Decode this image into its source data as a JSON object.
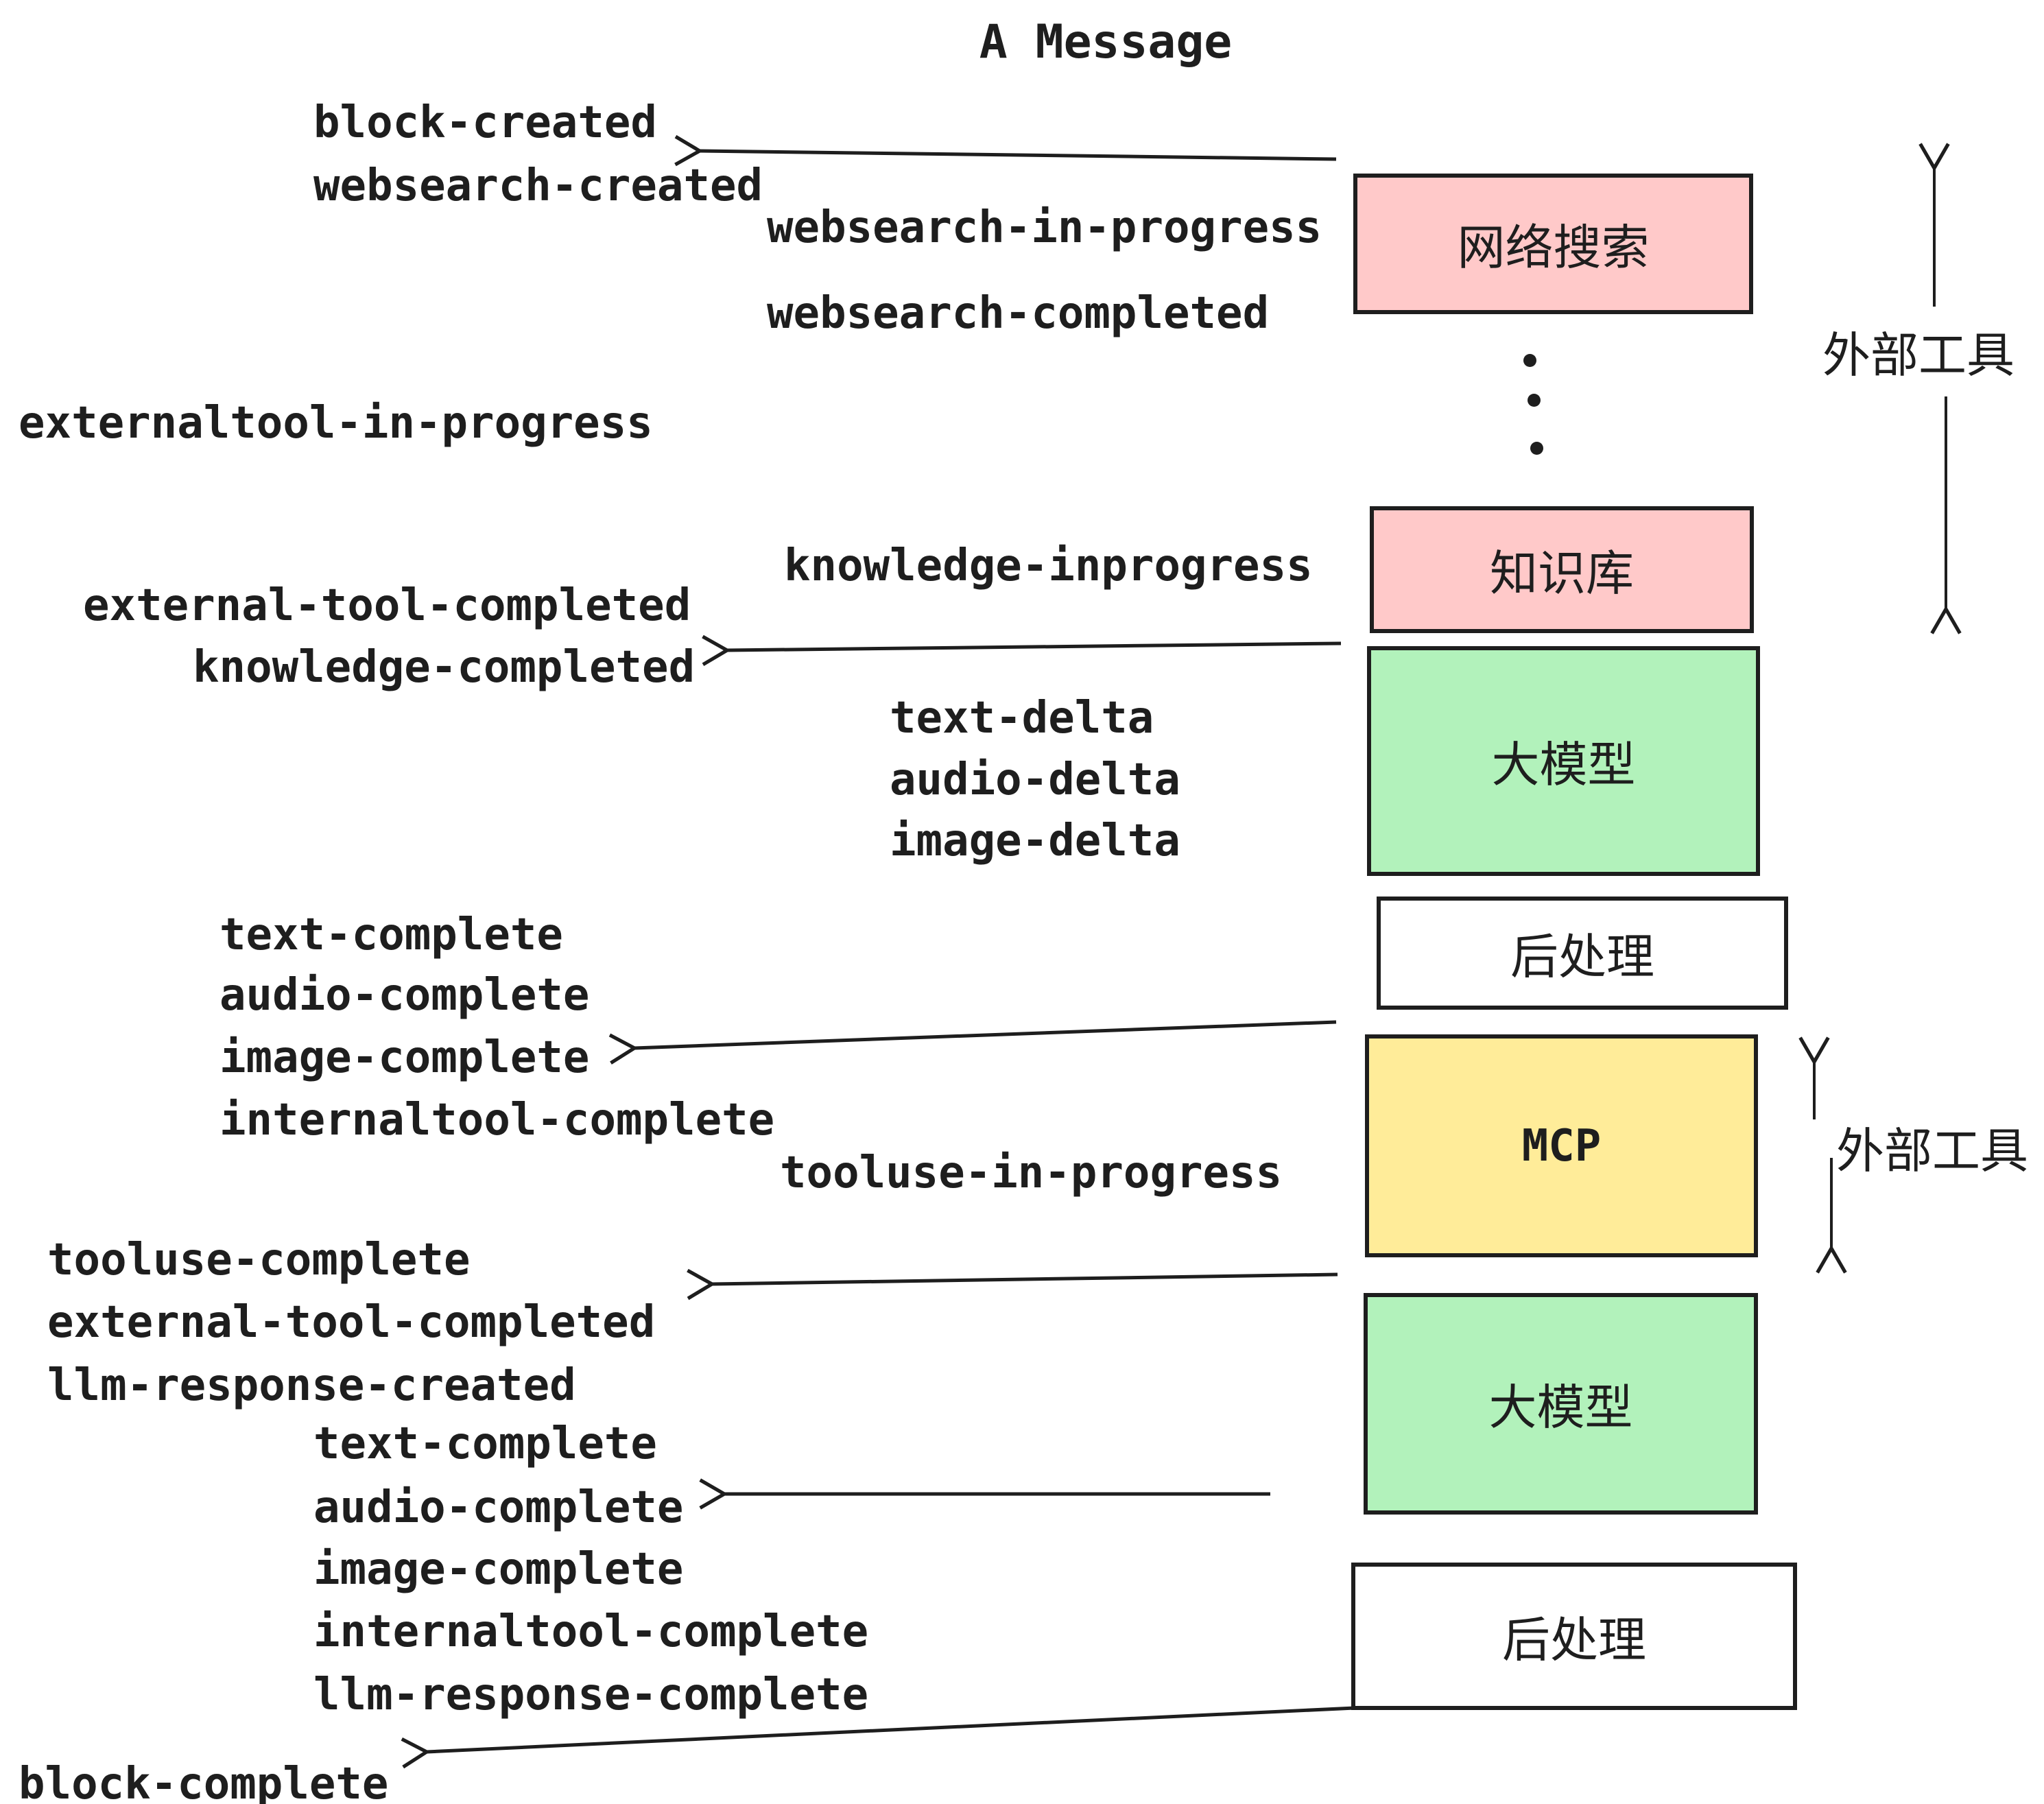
{
  "title": "A Message",
  "boxes": {
    "websearch": "网络搜索",
    "knowledge": "知识库",
    "llm_top": "大模型",
    "post_top": "后处理",
    "mcp": "MCP",
    "llm_bottom": "大模型",
    "post_bottom": "后处理"
  },
  "side_labels": {
    "external_tools_top": "外部工具",
    "external_tools_mcp": "外部工具"
  },
  "events": [
    "block-created",
    "websearch-created",
    "websearch-in-progress",
    "websearch-completed",
    "externaltool-in-progress",
    "knowledge-inprogress",
    "external-tool-completed",
    "knowledge-completed",
    "text-delta",
    "audio-delta",
    "image-delta",
    "text-complete",
    "audio-complete",
    "image-complete",
    "internaltool-complete",
    "tooluse-in-progress",
    "tooluse-complete",
    "external-tool-completed",
    "llm-response-created",
    "text-complete",
    "audio-complete",
    "image-complete",
    "internaltool-complete",
    "llm-response-complete",
    "block-complete"
  ],
  "colors": {
    "pink": "#ffc9c9",
    "green": "#b2f2bb",
    "yellow": "#ffec99",
    "white": "#ffffff",
    "ink": "#1e1e1e"
  }
}
